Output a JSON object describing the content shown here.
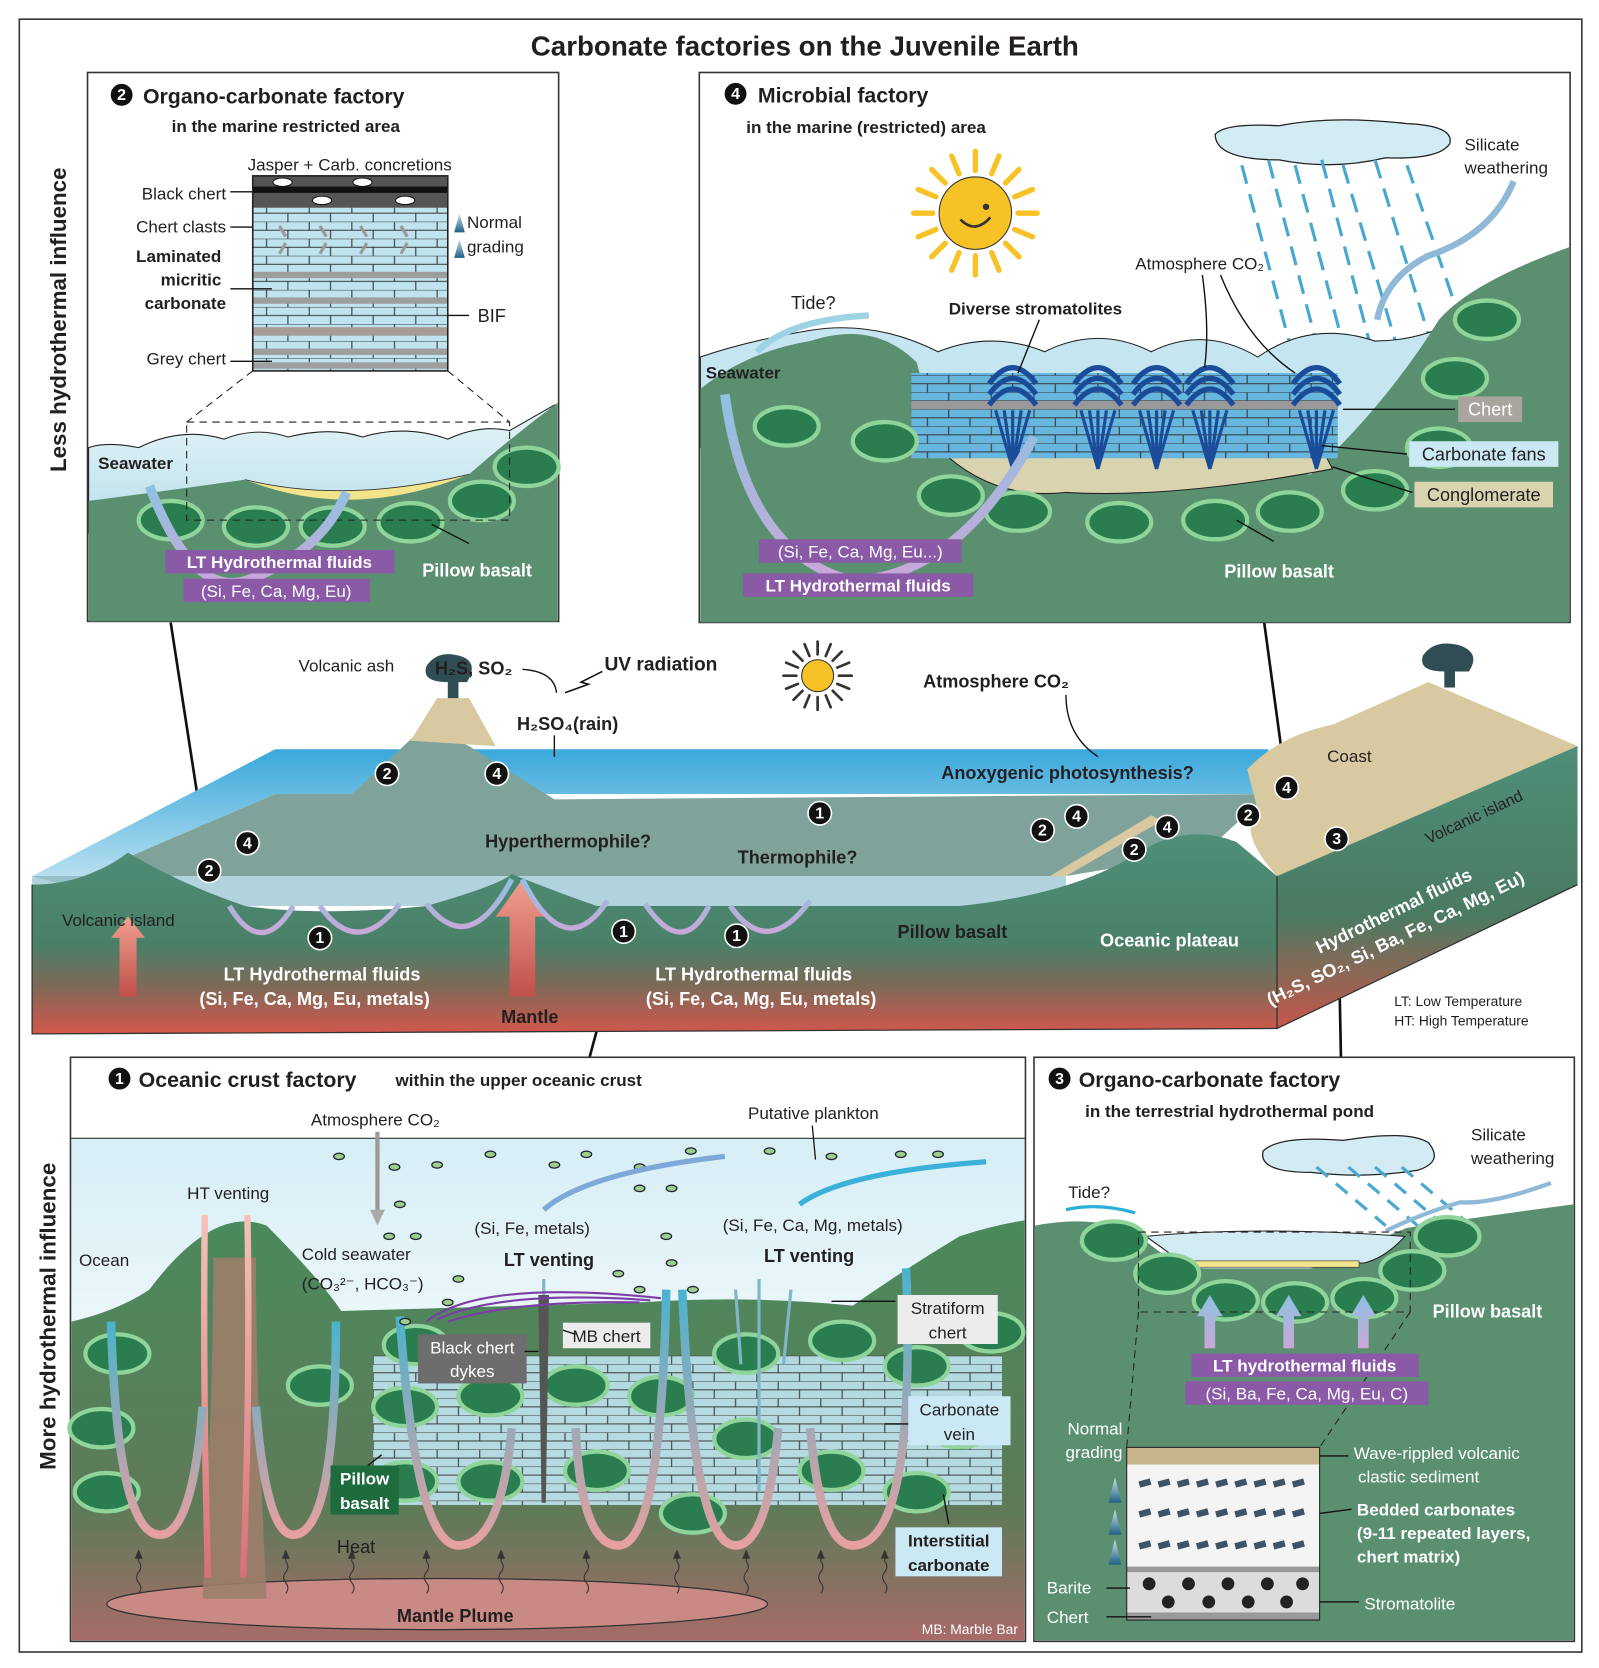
{
  "title": "Carbonate factories on the Juvenile Earth",
  "axis_labels": {
    "less": "Less hydrothermal influence",
    "more": "More hydrothermal influence"
  },
  "panel2": {
    "number": "2",
    "title": "Organo-carbonate factory",
    "subtitle": "in the marine restricted area",
    "jasper": "Jasper + Carb. concretions",
    "black_chert": "Black chert",
    "chert_clasts": "Chert clasts",
    "laminated": [
      "Laminated",
      "micritic",
      "carbonate"
    ],
    "grey_chert": "Grey chert",
    "normal": "Normal",
    "grading": "grading",
    "bif": "BIF",
    "seawater": "Seawater",
    "fluids": "LT Hydrothermal fluids",
    "elements": "(Si, Fe, Ca, Mg, Eu)",
    "pillow": "Pillow basalt"
  },
  "panel4": {
    "number": "4",
    "title": "Microbial factory",
    "subtitle": "in the marine (restricted) area",
    "silicate": [
      "Silicate",
      "weathering"
    ],
    "atmosphere": "Atmosphere CO₂",
    "tide": "Tide?",
    "stromatolites": "Diverse stromatolites",
    "seawater": "Seawater",
    "chert": "Chert",
    "fans": "Carbonate fans",
    "conglomerate": "Conglomerate",
    "elements": "(Si, Fe, Ca, Mg, Eu...)",
    "fluids": "LT Hydrothermal fluids",
    "pillow": "Pillow basalt"
  },
  "block": {
    "volcanic_ash": "Volcanic ash",
    "gases": "H₂S, SO₂",
    "uv": "UV radiation",
    "rain": "H₂SO₄(rain)",
    "atmosphere": "Atmosphere CO₂",
    "anoxygenic": "Anoxygenic photosynthesis?",
    "coast": "Coast",
    "volcanic_island_right": "Volcanic island",
    "hyperthermophile": "Hyperthermophile?",
    "thermophile": "Thermophile?",
    "volcanic_island_left": "Volcanic island",
    "pillow": "Pillow basalt",
    "plateau": "Oceanic plateau",
    "fluids_left": "LT Hydrothermal fluids",
    "elements_left": "(Si, Fe, Ca, Mg, Eu, metals)",
    "mantle": "Mantle",
    "fluids_right": "LT Hydrothermal fluids",
    "elements_right": "(Si, Fe, Ca, Mg, Eu, metals)",
    "hydro_fluids": "Hydrothermal fluids",
    "hydro_elements": "(H₂S, SO₂, Si, Ba, Fe, Ca, Mg, Eu)",
    "legend": [
      "LT: Low Temperature",
      "HT: High Temperature"
    ],
    "markers": [
      "2",
      "4",
      "4",
      "2",
      "1",
      "1",
      "1",
      "1",
      "2",
      "4",
      "4",
      "2",
      "2",
      "4",
      "3"
    ]
  },
  "panel1": {
    "number": "1",
    "title": "Oceanic crust factory",
    "subtitle": "within the upper oceanic crust",
    "atmosphere": "Atmosphere CO₂",
    "plankton": "Putative plankton",
    "ht_venting": "HT venting",
    "ocean": "Ocean",
    "cold_seawater": "Cold seawater",
    "carbonate_ions": "(CO₃²⁻, HCO₃⁻)",
    "elements_a": "(Si, Fe, metals)",
    "elements_b": "(Si, Fe, Ca, Mg, metals)",
    "lt_venting_a": "LT venting",
    "lt_venting_b": "LT venting",
    "black_chert_dykes": [
      "Black chert",
      "dykes"
    ],
    "mb_chert": "MB chert",
    "stratiform_chert": [
      "Stratiform",
      "chert"
    ],
    "carbonate_vein": [
      "Carbonate",
      "vein"
    ],
    "pillow": [
      "Pillow",
      "basalt"
    ],
    "interstitial": [
      "Interstitial",
      "carbonate"
    ],
    "heat": "Heat",
    "plume": "Mantle Plume",
    "mb_note": "MB: Marble Bar"
  },
  "panel3": {
    "number": "3",
    "title": "Organo-carbonate factory",
    "subtitle": "in the terrestrial hydrothermal pond",
    "silicate": [
      "Silicate",
      "weathering"
    ],
    "tide": "Tide?",
    "pillow": "Pillow basalt",
    "fluids": "LT hydrothermal fluids",
    "elements": "(Si, Ba, Fe, Ca, Mg, Eu, C)",
    "normal_grading": [
      "Normal",
      "grading"
    ],
    "wave": [
      "Wave-rippled volcanic",
      "clastic sediment"
    ],
    "bedded": [
      "Bedded carbonates",
      "(9-11 repeated layers,",
      "chert matrix)"
    ],
    "barite": "Barite",
    "chert": "Chert",
    "stromatolite": "Stromatolite"
  },
  "colors": {
    "basalt_green": "#5a9070",
    "pillow_dark": "#2a7d4f",
    "pillow_rim": "#8fd49a",
    "seawater": "#c8e6ef",
    "fluid_purple": "#8a5aa6",
    "mantle_red": "#d05a50"
  }
}
